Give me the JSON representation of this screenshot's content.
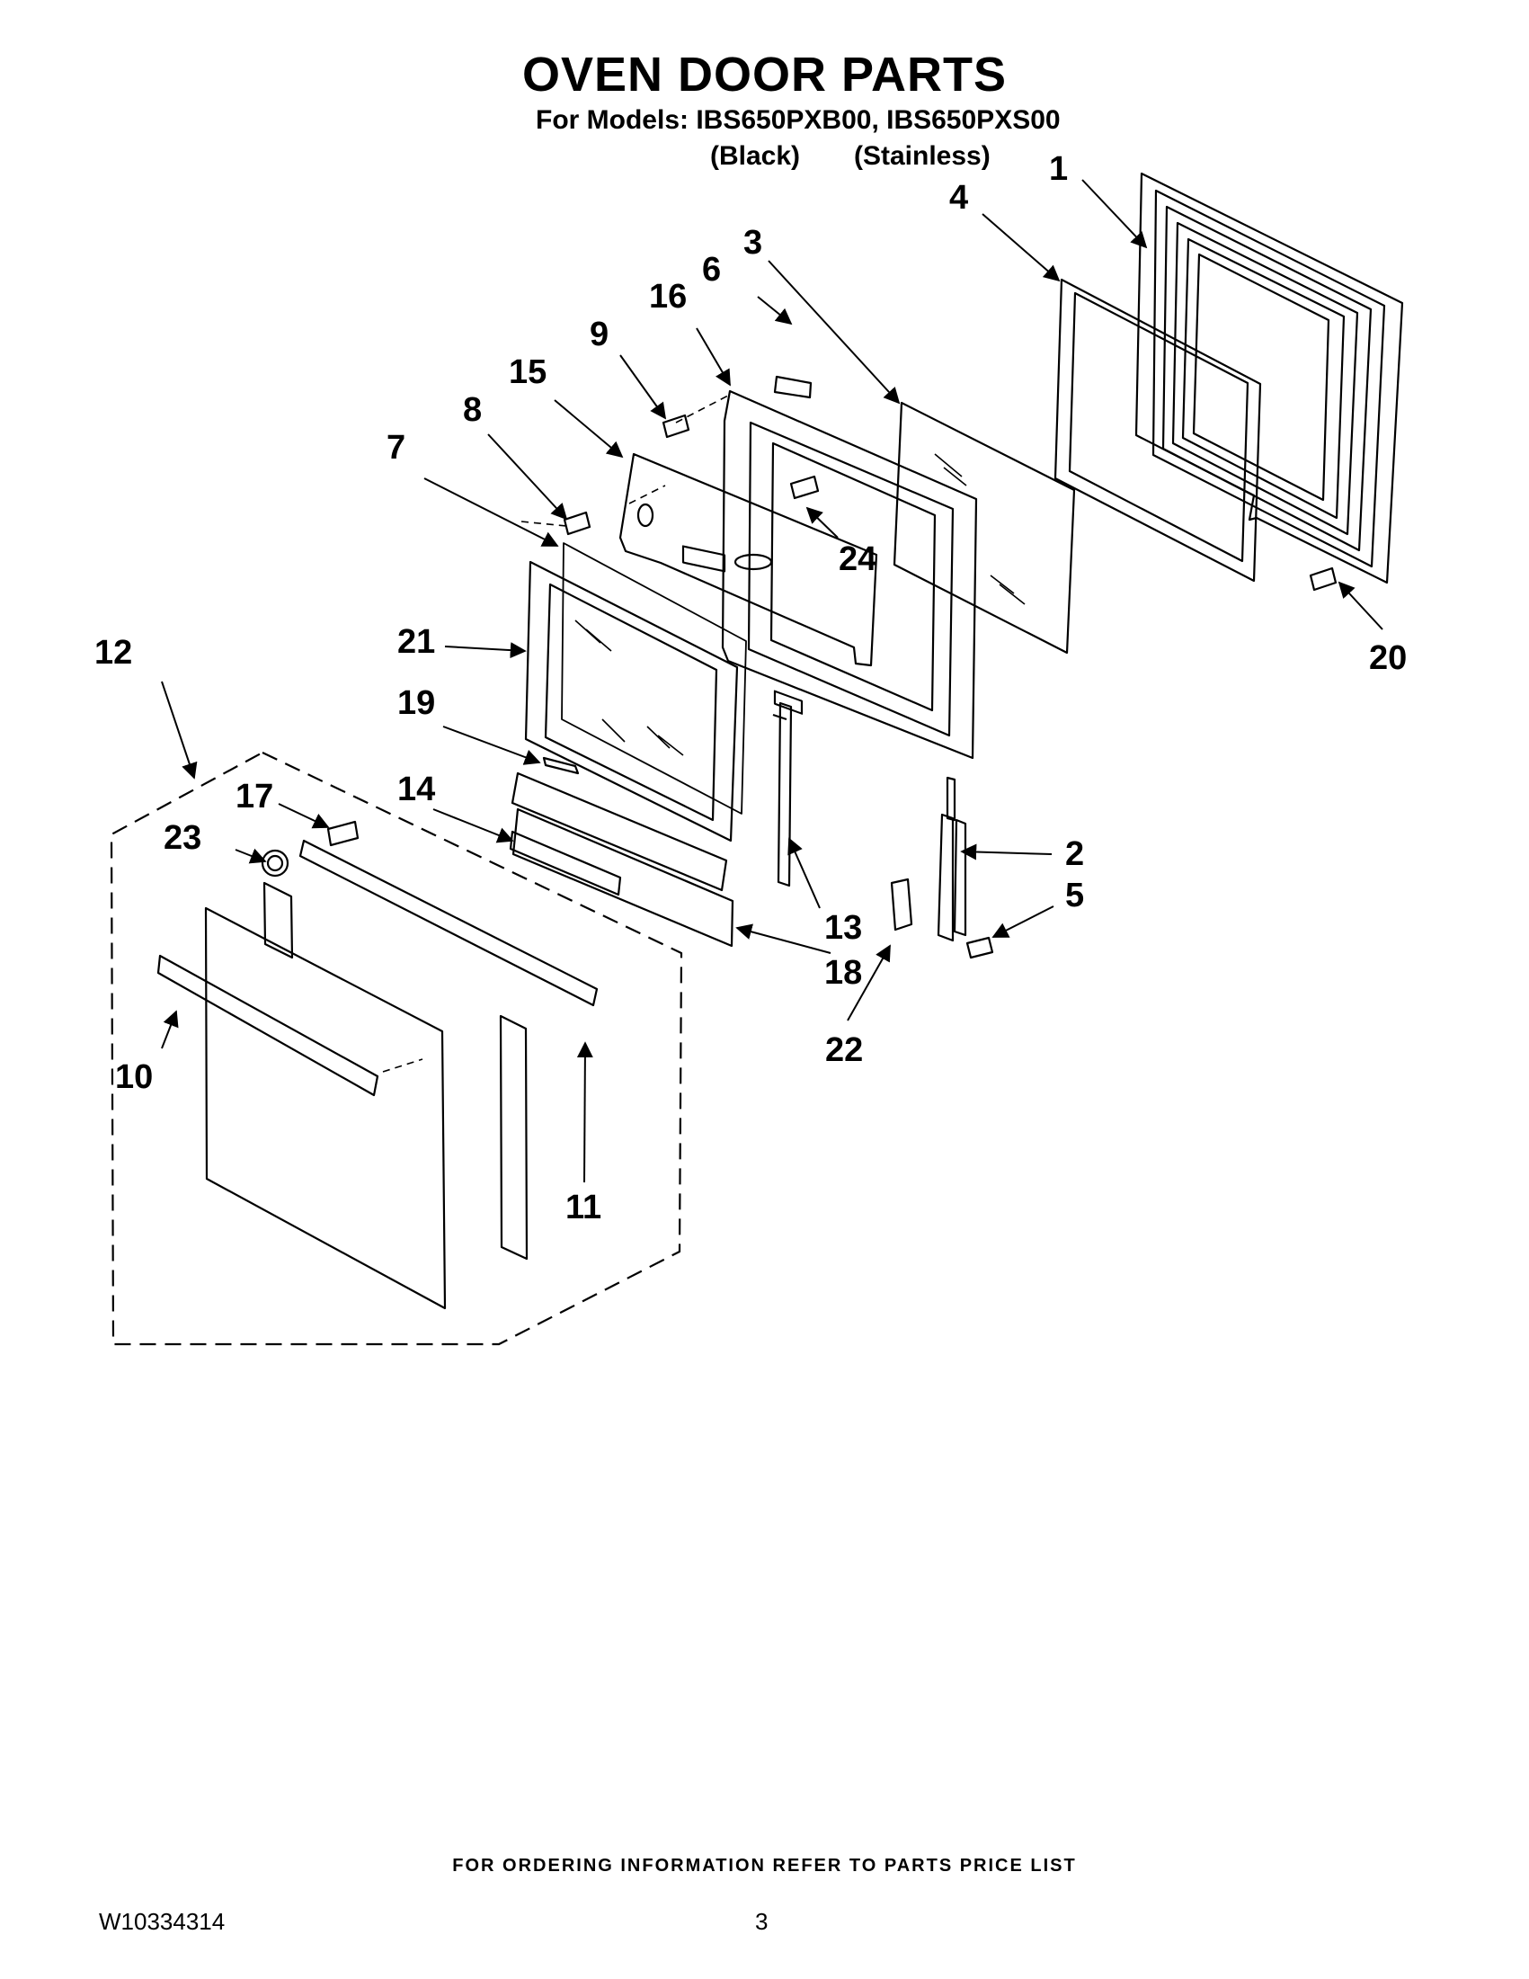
{
  "header": {
    "title": "OVEN DOOR PARTS",
    "models_line": "For Models: IBS650PXB00, IBS650PXS00",
    "finish_black": "(Black)",
    "finish_stainless": "(Stainless)"
  },
  "callouts": [
    "1",
    "2",
    "3",
    "4",
    "5",
    "6",
    "7",
    "8",
    "9",
    "10",
    "11",
    "12",
    "13",
    "14",
    "15",
    "16",
    "17",
    "18",
    "19",
    "20",
    "21",
    "22",
    "23",
    "24"
  ],
  "footer": {
    "ordering_note": "FOR ORDERING INFORMATION REFER TO PARTS PRICE LIST",
    "document_number": "W10334314",
    "page_number": "3"
  }
}
